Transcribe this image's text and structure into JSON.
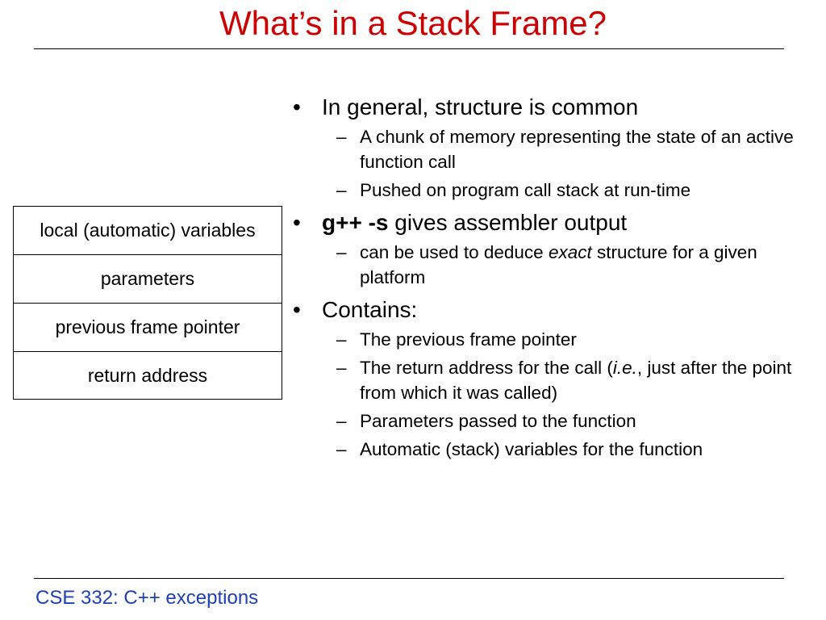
{
  "slide": {
    "title": "What’s in a Stack Frame?",
    "footer": "CSE 332: C++ exceptions"
  },
  "frame_table": {
    "rows": [
      "local (automatic) variables",
      "parameters",
      "previous frame pointer",
      "return address"
    ]
  },
  "bullets": [
    {
      "text": "In general, structure is common",
      "sub": [
        "A chunk of memory representing the state of an active function call",
        "Pushed on program call stack at run-time"
      ]
    },
    {
      "code": "g++ -s",
      "text": " gives assembler output",
      "sub_rich": {
        "pre": "can be used to deduce ",
        "em": "exact",
        "post": " structure for a given platform"
      }
    },
    {
      "text": "Contains:",
      "sub": [
        "The previous frame pointer",
        "Parameters passed to the function",
        "Automatic (stack) variables for the function"
      ],
      "sub_rich": {
        "pre": "The return address for the call (",
        "em": "i.e.",
        "post": ", just after the point from which it was called)"
      }
    }
  ]
}
